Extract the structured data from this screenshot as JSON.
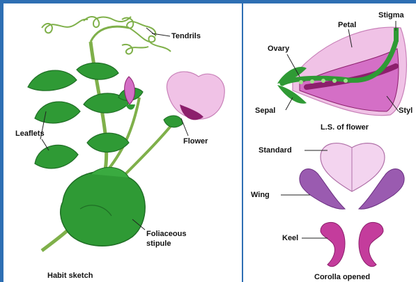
{
  "labels": {
    "tendrils": "Tendrils",
    "leaflets": "Leaflets",
    "flower": "Flower",
    "foliaceous_stipule_line1": "Foliaceous",
    "foliaceous_stipule_line2": "stipule",
    "habit_sketch": "Habit sketch",
    "ovary": "Ovary",
    "petal": "Petal",
    "stigma": "Stigma",
    "sepal": "Sepal",
    "style": "Styl",
    "ls_of_flower": "L.S. of flower",
    "standard": "Standard",
    "wing": "Wing",
    "keel": "Keel",
    "corolla_opened": "Corolla opened"
  },
  "colors": {
    "frame": "#2e6fb3",
    "leaf": "#2f9a35",
    "leaf_dark": "#1f6e25",
    "stem": "#7fb04a",
    "petal_light": "#f0c2e6",
    "petal_mid": "#d46fc6",
    "petal_dark": "#8c1f6c",
    "wing": "#9a5bb0"
  }
}
